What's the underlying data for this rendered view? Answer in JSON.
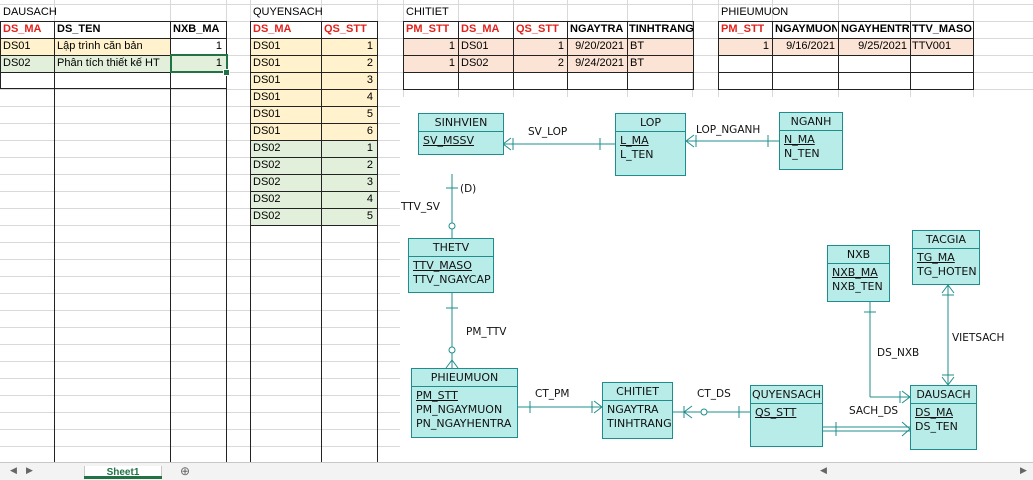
{
  "dausach": {
    "title": "DAUSACH",
    "headers": [
      "DS_MA",
      "DS_TEN",
      "NXB_MA"
    ],
    "rows": [
      [
        "DS01",
        "Lập trình căn bản",
        "1"
      ],
      [
        "DS02",
        "Phân tích thiết kế HT",
        "1"
      ]
    ]
  },
  "quyensach": {
    "title": "QUYENSACH",
    "headers": [
      "DS_MA",
      "QS_STT"
    ],
    "rows": [
      [
        "DS01",
        "1"
      ],
      [
        "DS01",
        "2"
      ],
      [
        "DS01",
        "3"
      ],
      [
        "DS01",
        "4"
      ],
      [
        "DS01",
        "5"
      ],
      [
        "DS01",
        "6"
      ],
      [
        "DS02",
        "1"
      ],
      [
        "DS02",
        "2"
      ],
      [
        "DS02",
        "3"
      ],
      [
        "DS02",
        "4"
      ],
      [
        "DS02",
        "5"
      ]
    ]
  },
  "chitiet": {
    "title": "CHITIET",
    "headers": [
      "PM_STT",
      "DS_MA",
      "QS_STT",
      "NGAYTRA",
      "TINHTRANG"
    ],
    "rows": [
      [
        "1",
        "DS01",
        "1",
        "9/20/2021",
        "BT"
      ],
      [
        "1",
        "DS02",
        "2",
        "9/24/2021",
        "BT"
      ]
    ]
  },
  "phieumuon": {
    "title": "PHIEUMUON",
    "headers": [
      "PM_STT",
      "NGAYMUON",
      "NGAYHENTRA",
      "TTV_MASO"
    ],
    "rows": [
      [
        "1",
        "9/16/2021",
        "9/25/2021",
        "TTV001"
      ]
    ]
  },
  "diagram": {
    "entities": {
      "sinhvien": {
        "title": "SINHVIEN",
        "attrs": [
          "SV_MSSV"
        ]
      },
      "lop": {
        "title": "LOP",
        "attrs": [
          "L_MA",
          "L_TEN"
        ]
      },
      "nganh": {
        "title": "NGANH",
        "attrs": [
          "N_MA",
          "N_TEN"
        ]
      },
      "thetv": {
        "title": "THETV",
        "attrs": [
          "TTV_MASO",
          "TTV_NGAYCAP"
        ]
      },
      "nxb": {
        "title": "NXB",
        "attrs": [
          "NXB_MA",
          "NXB_TEN"
        ]
      },
      "tacgia": {
        "title": "TACGIA",
        "attrs": [
          "TG_MA",
          "TG_HOTEN"
        ]
      },
      "phieumuon": {
        "title": "PHIEUMUON",
        "attrs": [
          "PM_STT",
          "PM_NGAYMUON",
          "PN_NGAYHENTRA"
        ]
      },
      "chitiet": {
        "title": "CHITIET",
        "attrs": [
          "NGAYTRA",
          "TINHTRANG"
        ]
      },
      "quyensach": {
        "title": "QUYENSACH",
        "attrs": [
          "QS_STT"
        ]
      },
      "dausach": {
        "title": "DAUSACH",
        "attrs": [
          "DS_MA",
          "DS_TEN"
        ]
      }
    },
    "relations": {
      "sv_lop": "SV_LOP",
      "lop_nganh": "LOP_NGANH",
      "ttv_sv": "TTV_SV",
      "dependent": "(D)",
      "pm_ttv": "PM_TTV",
      "ct_pm": "CT_PM",
      "ct_ds": "CT_DS",
      "sach_ds": "SACH_DS",
      "ds_nxb": "DS_NXB",
      "vietsach": "VIETSACH"
    },
    "entity_color": "#b7ece8",
    "line_color": "#1f8d8d"
  },
  "sheet_tab": "Sheet1",
  "colors": {
    "header_red": "#e3221b",
    "quyensach_ds01": "#fff2cc",
    "quyensach_ds02": "#e2efda",
    "chitiet_fill": "#fbe4d5",
    "dausach_ds01": "#fff2cc",
    "dausach_ds02": "#e2efda",
    "selection": "#217346"
  }
}
